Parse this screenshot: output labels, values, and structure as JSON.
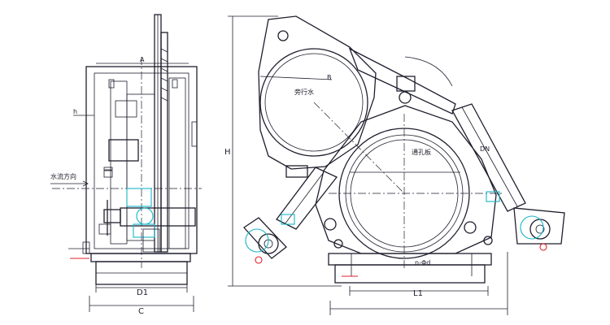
{
  "left_view": {
    "label_a": "A",
    "label_h": "h",
    "label_water_flow": "水流方向",
    "label_d1": "D1",
    "label_c": "C"
  },
  "right_view": {
    "label_bypass": "旁行水",
    "label_b": "B",
    "label_passage_hole": "通孔板",
    "label_dn": "DN",
    "label_H": "H",
    "label_L1": "L1",
    "label_n_d0": "n-Φd"
  },
  "colors": {
    "line": "#1f1f2e",
    "cyan": "#18b4c8",
    "red": "#e0202a"
  }
}
